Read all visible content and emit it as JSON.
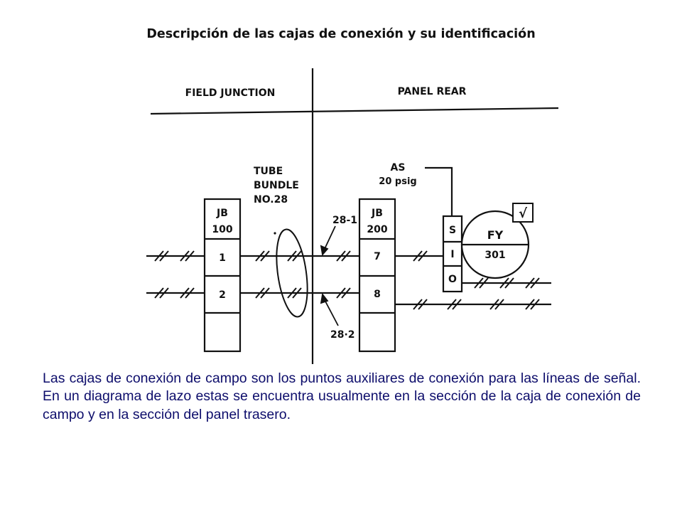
{
  "title": "Descripción de las cajas de conexión y su identificación",
  "diagram": {
    "sections": {
      "left": "FIELD JUNCTION",
      "right": "PANEL REAR"
    },
    "tube_bundle": [
      "TUBE",
      "BUNDLE",
      "NO.28"
    ],
    "jb100": {
      "header": [
        "JB",
        "100"
      ],
      "terminals": [
        "1",
        "2",
        ""
      ]
    },
    "jb200": {
      "header": [
        "JB",
        "200"
      ],
      "terminals": [
        "7",
        "8",
        ""
      ]
    },
    "tag_top": "28-1",
    "tag_bottom": "28·2",
    "air_supply": {
      "label": "AS",
      "pressure": "20 psig"
    },
    "sio": [
      "S",
      "I",
      "O"
    ],
    "instrument": {
      "letters": "FY",
      "number": "301"
    },
    "check_symbol": "√"
  },
  "body_text": "Las cajas de conexión de campo son los puntos auxiliares de conexión para las líneas de señal. En un diagrama de lazo estas se encuentra usualmente en la sección de la  caja de conexión de campo y en la sección del panel trasero."
}
